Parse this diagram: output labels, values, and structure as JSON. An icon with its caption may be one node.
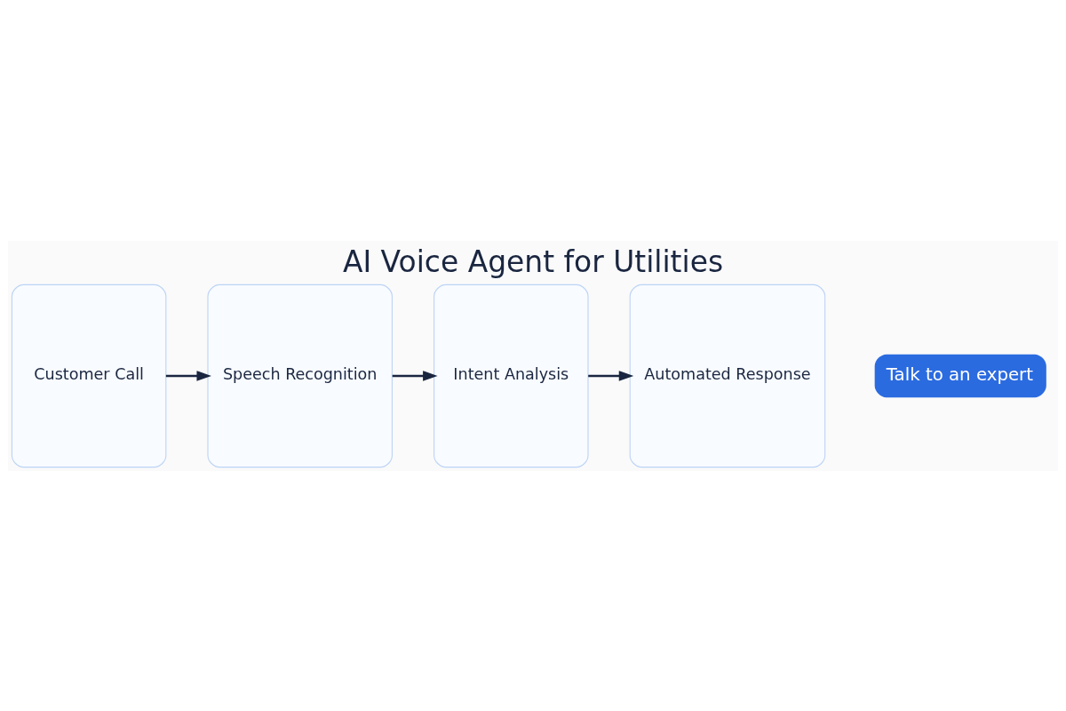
{
  "diagram": {
    "title": "AI Voice Agent for Utilities",
    "nodes": [
      {
        "text": [
          "Customer Call"
        ]
      },
      {
        "text": [
          "Speech Recognition"
        ]
      },
      {
        "text": [
          "Intent Analysis"
        ]
      },
      {
        "text": [
          "Automated Response"
        ]
      }
    ],
    "edges": [
      {
        "from": 0,
        "to": 1,
        "arrow": "to"
      },
      {
        "from": 1,
        "to": 2,
        "arrow": "to"
      },
      {
        "from": 2,
        "to": 3,
        "arrow": "to"
      }
    ],
    "labels": [
      "Talk to an expert"
    ]
  }
}
